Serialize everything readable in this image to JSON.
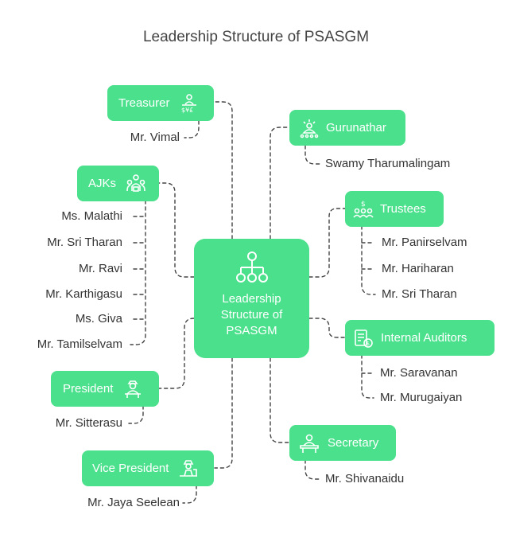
{
  "title": "Leadership Structure of PSASGM",
  "center": {
    "line1": "Leadership",
    "line2": "Structure of",
    "line3": "PSASGM"
  },
  "roles": {
    "treasurer": {
      "label": "Treasurer",
      "members": [
        "Mr. Vimal"
      ]
    },
    "ajks": {
      "label": "AJKs",
      "members": [
        "Ms. Malathi",
        "Mr. Sri Tharan",
        "Mr. Ravi",
        "Mr. Karthigasu",
        "Ms. Giva",
        "Mr. Tamilselvam"
      ]
    },
    "president": {
      "label": "President",
      "members": [
        "Mr. Sitterasu"
      ]
    },
    "vice_president": {
      "label": "Vice President",
      "members": [
        "Mr. Jaya Seelean"
      ]
    },
    "gurunathar": {
      "label": "Gurunathar",
      "members": [
        "Swamy Tharumalingam"
      ]
    },
    "trustees": {
      "label": "Trustees",
      "members": [
        "Mr. Panirselvam",
        "Mr. Hariharan",
        "Mr. Sri Tharan"
      ]
    },
    "internal_auditors": {
      "label": "Internal Auditors",
      "members": [
        "Mr. Saravanan",
        "Mr. Murugaiyan"
      ]
    },
    "secretary": {
      "label": "Secretary",
      "members": [
        "Mr. Shivanaidu"
      ]
    }
  },
  "colors": {
    "node": "#4be08c",
    "connector": "#444444",
    "text": "#333333"
  },
  "icons": {
    "center": "org-chart-icon",
    "treasurer": "treasurer-icon",
    "ajks": "group-icon",
    "president": "president-icon",
    "vice_president": "vice-president-icon",
    "gurunathar": "guru-icon",
    "trustees": "trustees-icon",
    "internal_auditors": "audit-icon",
    "secretary": "secretary-icon"
  }
}
